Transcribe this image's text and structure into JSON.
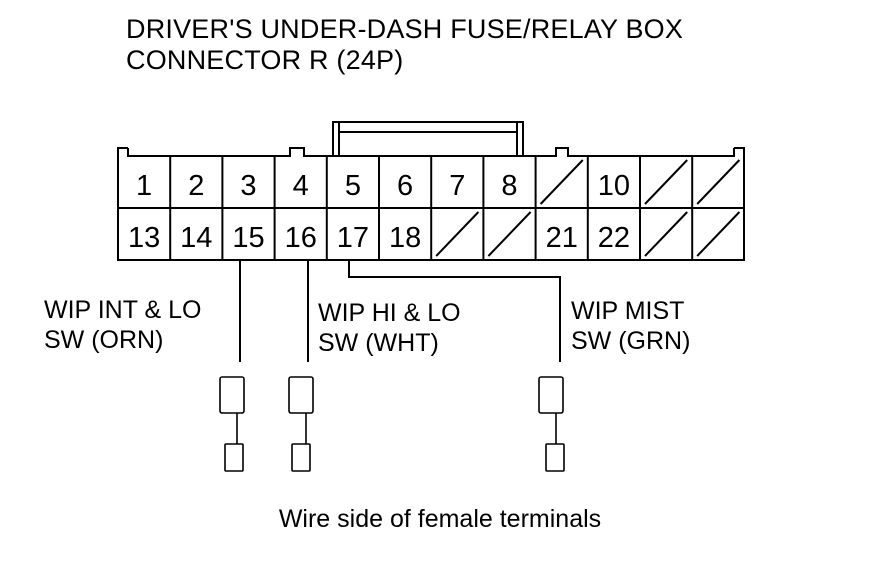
{
  "title": {
    "line1": "DRIVER'S UNDER-DASH FUSE/RELAY BOX",
    "line2": "CONNECTOR R (24P)"
  },
  "connector": {
    "top_row": [
      "1",
      "2",
      "3",
      "4",
      "5",
      "6",
      "7",
      "8",
      "",
      "10",
      "",
      ""
    ],
    "bottom_row": [
      "13",
      "14",
      "15",
      "16",
      "17",
      "18",
      "",
      "",
      "21",
      "22",
      "",
      ""
    ]
  },
  "wires": {
    "w1": {
      "line1": "WIP INT & LO",
      "line2": "SW (ORN)"
    },
    "w2": {
      "line1": "WIP HI & LO",
      "line2": "SW (WHT)"
    },
    "w3": {
      "line1": "WIP MIST",
      "line2": "SW (GRN)"
    }
  },
  "caption": "Wire side of female terminals"
}
